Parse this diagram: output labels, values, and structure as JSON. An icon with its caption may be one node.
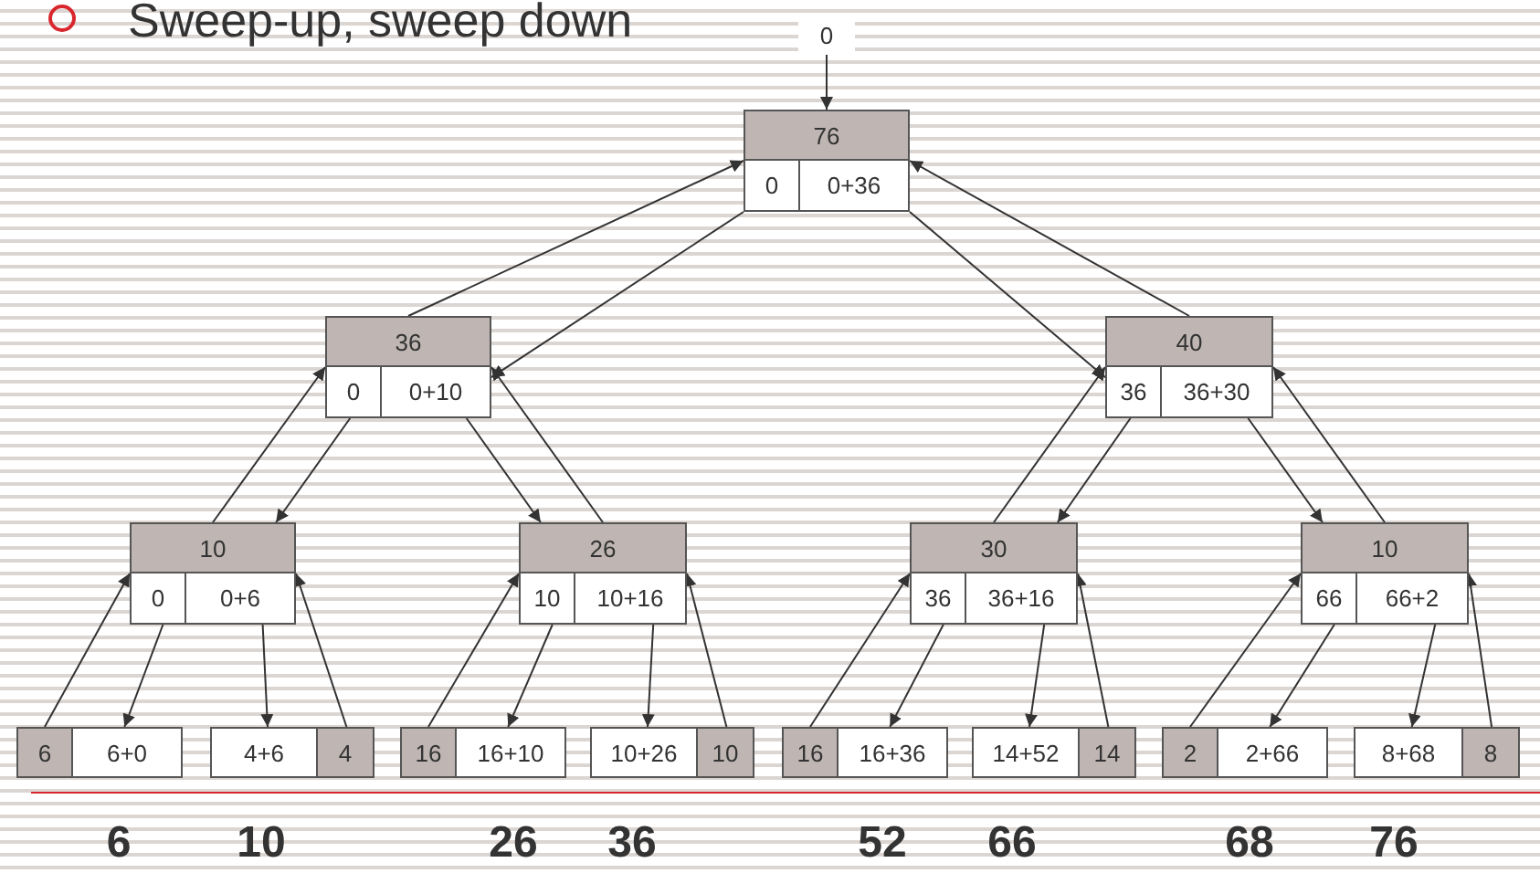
{
  "diagram": {
    "title": "Sweep-up, sweep down",
    "nodes": [
      {
        "text": [
          "0"
        ]
      },
      {
        "text": [
          "76",
          "0",
          "0+36"
        ]
      },
      {
        "text": [
          "36",
          "0",
          "0+10"
        ]
      },
      {
        "text": [
          "40",
          "36",
          "36+30"
        ]
      },
      {
        "text": [
          "10",
          "0",
          "0+6"
        ]
      },
      {
        "text": [
          "26",
          "10",
          "10+16"
        ]
      },
      {
        "text": [
          "30",
          "36",
          "36+16"
        ]
      },
      {
        "text": [
          "10",
          "66",
          "66+2"
        ]
      },
      {
        "text": [
          "6",
          "6+0"
        ]
      },
      {
        "text": [
          "4+6",
          "4"
        ]
      },
      {
        "text": [
          "16",
          "16+10"
        ]
      },
      {
        "text": [
          "10+26",
          "10"
        ]
      },
      {
        "text": [
          "16",
          "16+36"
        ]
      },
      {
        "text": [
          "14+52",
          "14"
        ]
      },
      {
        "text": [
          "2",
          "2+66"
        ]
      },
      {
        "text": [
          "8+68",
          "8"
        ]
      }
    ],
    "edges": [
      {
        "from": 0,
        "to": 1,
        "arrow": "to"
      },
      {
        "from": 2,
        "to": 1,
        "arrow": "to"
      },
      {
        "from": 3,
        "to": 1,
        "arrow": "to"
      },
      {
        "from": 1,
        "to": 2,
        "arrow": "to"
      },
      {
        "from": 1,
        "to": 3,
        "arrow": "to"
      },
      {
        "from": 4,
        "to": 2,
        "arrow": "to"
      },
      {
        "from": 5,
        "to": 2,
        "arrow": "to"
      },
      {
        "from": 2,
        "to": 4,
        "arrow": "to"
      },
      {
        "from": 2,
        "to": 5,
        "arrow": "to"
      },
      {
        "from": 6,
        "to": 3,
        "arrow": "to"
      },
      {
        "from": 7,
        "to": 3,
        "arrow": "to"
      },
      {
        "from": 3,
        "to": 6,
        "arrow": "to"
      },
      {
        "from": 3,
        "to": 7,
        "arrow": "to"
      },
      {
        "from": 8,
        "to": 4,
        "arrow": "to"
      },
      {
        "from": 9,
        "to": 4,
        "arrow": "to"
      },
      {
        "from": 4,
        "to": 8,
        "arrow": "to"
      },
      {
        "from": 4,
        "to": 9,
        "arrow": "to"
      },
      {
        "from": 10,
        "to": 5,
        "arrow": "to"
      },
      {
        "from": 11,
        "to": 5,
        "arrow": "to"
      },
      {
        "from": 5,
        "to": 10,
        "arrow": "to"
      },
      {
        "from": 5,
        "to": 11,
        "arrow": "to"
      },
      {
        "from": 12,
        "to": 6,
        "arrow": "to"
      },
      {
        "from": 13,
        "to": 6,
        "arrow": "to"
      },
      {
        "from": 6,
        "to": 12,
        "arrow": "to"
      },
      {
        "from": 6,
        "to": 13,
        "arrow": "to"
      },
      {
        "from": 14,
        "to": 7,
        "arrow": "to"
      },
      {
        "from": 15,
        "to": 7,
        "arrow": "to"
      },
      {
        "from": 7,
        "to": 14,
        "arrow": "to"
      },
      {
        "from": 7,
        "to": 15,
        "arrow": "to"
      }
    ],
    "labels": [
      "6",
      "10",
      "26",
      "36",
      "52",
      "66",
      "68",
      "76"
    ]
  }
}
